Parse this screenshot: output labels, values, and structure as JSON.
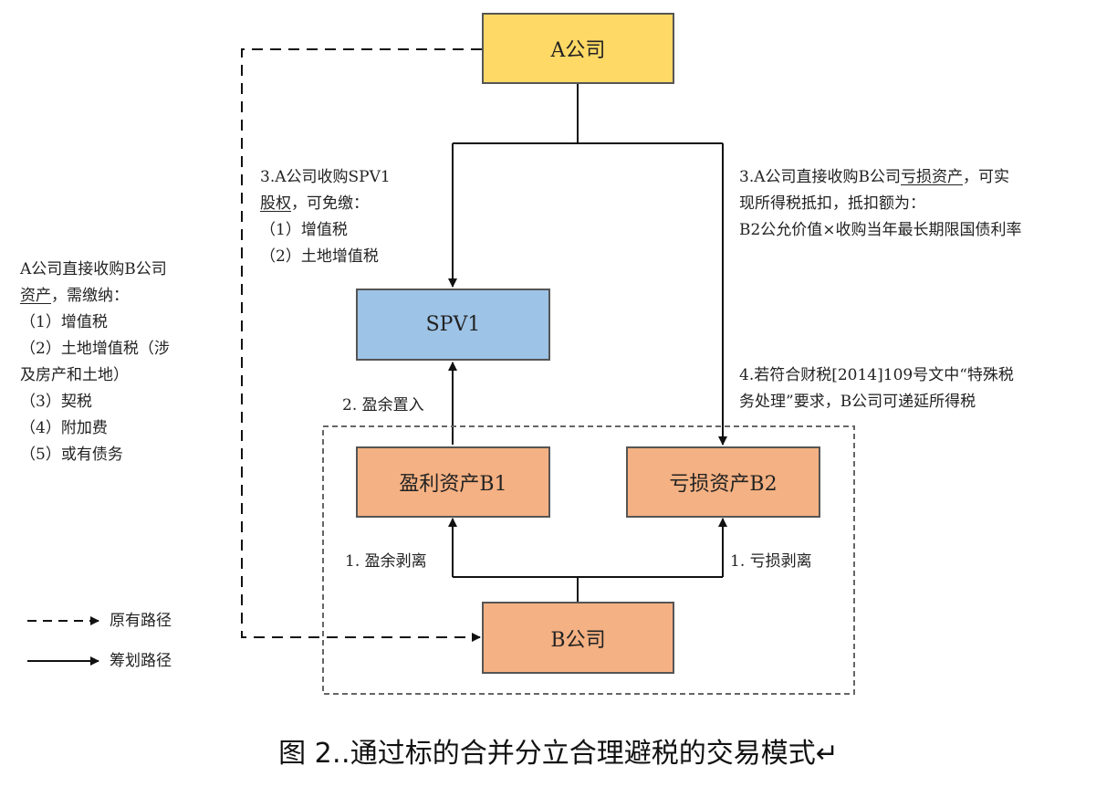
{
  "nodes": {
    "a_company": {
      "label": "A公司",
      "color": "#FFD966"
    },
    "spv1": {
      "label": "SPV1",
      "color": "#9DC3E6"
    },
    "profit_b1": {
      "label": "盈利资产B1",
      "color": "#F4B183"
    },
    "loss_b2": {
      "label": "亏损资产B2",
      "color": "#F4B183"
    },
    "b_company": {
      "label": "B公司",
      "color": "#F4B183"
    }
  },
  "annotations": {
    "spv_purchase": {
      "line1": "3.A公司收购SPV1",
      "line2_u": "股权",
      "line2_rest": "，可免缴：",
      "item1": "（1）增值税",
      "item2": "（2）土地增值税"
    },
    "direct_loss": {
      "line1_pre": "3.A公司直接收购B公司",
      "line1_u": "亏损资产",
      "line1_post": "，可实",
      "line2": "现所得税抵扣，抵扣额为：",
      "line3": "B2公允价值×收购当年最长期限国债利率"
    },
    "original": {
      "line1": "A公司直接收购B公司",
      "line2_u": "资产",
      "line2_rest": "，需缴纳：",
      "item1": "（1）增值税",
      "item2": "（2）土地增值税（涉",
      "item2b": "及房产和土地）",
      "item3": "（3）契税",
      "item4": "（4）附加费",
      "item5": "（5）或有债务"
    },
    "surplus_in": "2. 盈余置入",
    "deferral": {
      "line1": "4.若符合财税[2014]109号文中“特殊税",
      "line2": "务处理”要求，B公司可递延所得税"
    },
    "surplus_strip": "1. 盈余剥离",
    "loss_strip": "1. 亏损剥离"
  },
  "legend": {
    "dashed": "原有路径",
    "solid": "筹划路径"
  },
  "caption": "图 2‥通过标的合并分立合理避税的交易模式↵"
}
